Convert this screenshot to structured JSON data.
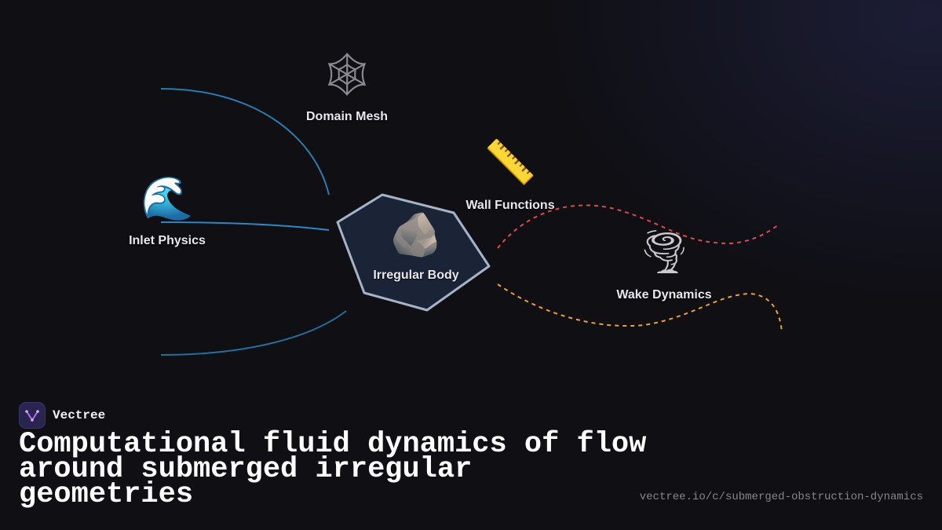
{
  "brand": {
    "name": "Vectree"
  },
  "title": "Computational fluid dynamics of flow around submerged irregular geometries",
  "url": "vectree.io/c/submerged-obstruction-dynamics",
  "colors": {
    "background": "#0f0f14",
    "inlet_lines": "#2e8ecb",
    "body_fill": "#1b2436",
    "body_stroke": "#a5b3c8",
    "wall_trail": "#e0474c",
    "wake_trail": "#f0a030",
    "brand_accent": "#b36cf0"
  },
  "nodes": [
    {
      "id": "inlet",
      "label": "Inlet Physics",
      "icon": "wave-icon",
      "glyph": "🌊"
    },
    {
      "id": "mesh",
      "label": "Domain Mesh",
      "icon": "spider-web-icon",
      "glyph": "🕸"
    },
    {
      "id": "body",
      "label": "Irregular Body",
      "icon": "rock-icon",
      "glyph": "🪨"
    },
    {
      "id": "wall",
      "label": "Wall Functions",
      "icon": "ruler-icon",
      "glyph": "📏"
    },
    {
      "id": "wake",
      "label": "Wake Dynamics",
      "icon": "tornado-icon",
      "glyph": "🌪"
    }
  ]
}
